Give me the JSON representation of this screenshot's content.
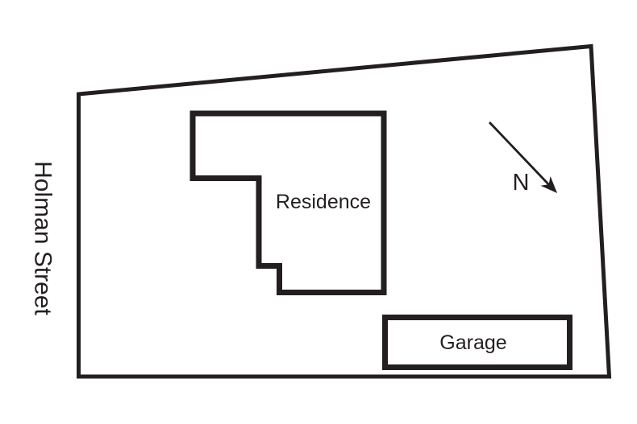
{
  "colors": {
    "ink": "#231f20",
    "background": "#ffffff"
  },
  "site_plan": {
    "street_label": "Holman Street",
    "residence_label": "Residence",
    "garage_label": "Garage",
    "north_indicator_label": "N"
  }
}
